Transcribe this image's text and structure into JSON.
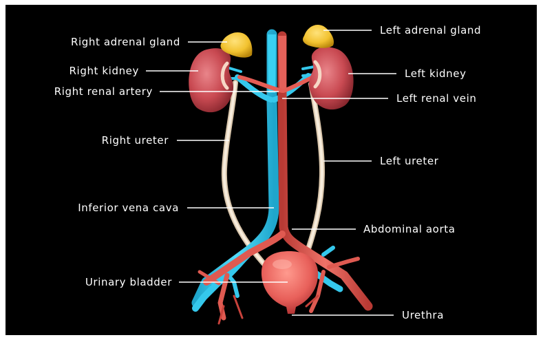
{
  "labels": {
    "right_adrenal_gland": "Right adrenal gland",
    "right_kidney": "Right kidney",
    "right_renal_artery": "Right renal artery",
    "right_ureter": "Right ureter",
    "inferior_vena_cava": "Inferior vena cava",
    "urinary_bladder": "Urinary bladder",
    "left_adrenal_gland": "Left adrenal gland",
    "left_kidney": "Left kidney",
    "left_renal_vein": "Left renal vein",
    "left_ureter": "Left ureter",
    "abdominal_aorta": "Abdominal aorta",
    "urethra": "Urethra"
  },
  "colors": {
    "background": "#000000",
    "frame": "#ffffff",
    "vein": "#35c8ec",
    "artery": "#e0564c",
    "kidney": "#c94a52",
    "adrenal": "#f2c230",
    "ureter": "#f2e3cf",
    "bladder": "#e8605a",
    "label_text": "#ffffff"
  }
}
